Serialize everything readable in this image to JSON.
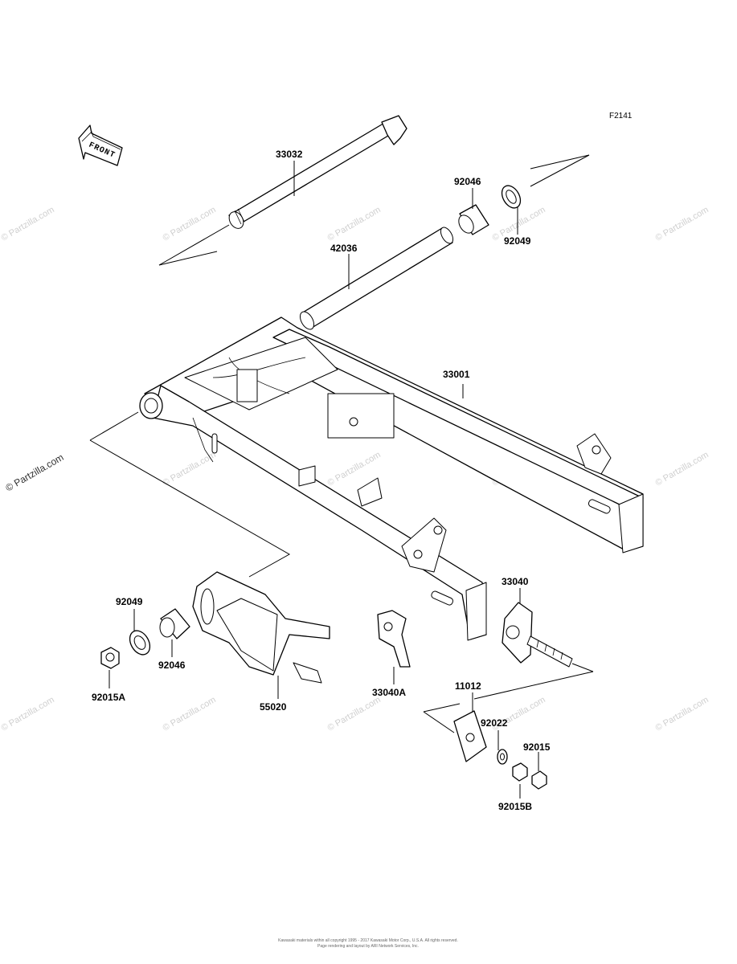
{
  "figure_code": "F2141",
  "front_label": "FRONT",
  "watermark": "© Partzilla.com",
  "footer": {
    "line1": "Kawasaki materials within all copyright 1995 - 2017 Kawasaki Motor Corp., U.S.A. All rights reserved.",
    "line2": "Page rendering and layout by ARI Network Services, Inc."
  },
  "parts": {
    "p33032": "33032",
    "p92046_top": "92046",
    "p92049_top": "92049",
    "p42036": "42036",
    "p33001": "33001",
    "p92049_left": "92049",
    "p92046_left": "92046",
    "p92015A": "92015A",
    "p55020": "55020",
    "p33040A": "33040A",
    "p33040": "33040",
    "p11012": "11012",
    "p92022": "92022",
    "p92015": "92015",
    "p92015B": "92015B"
  }
}
